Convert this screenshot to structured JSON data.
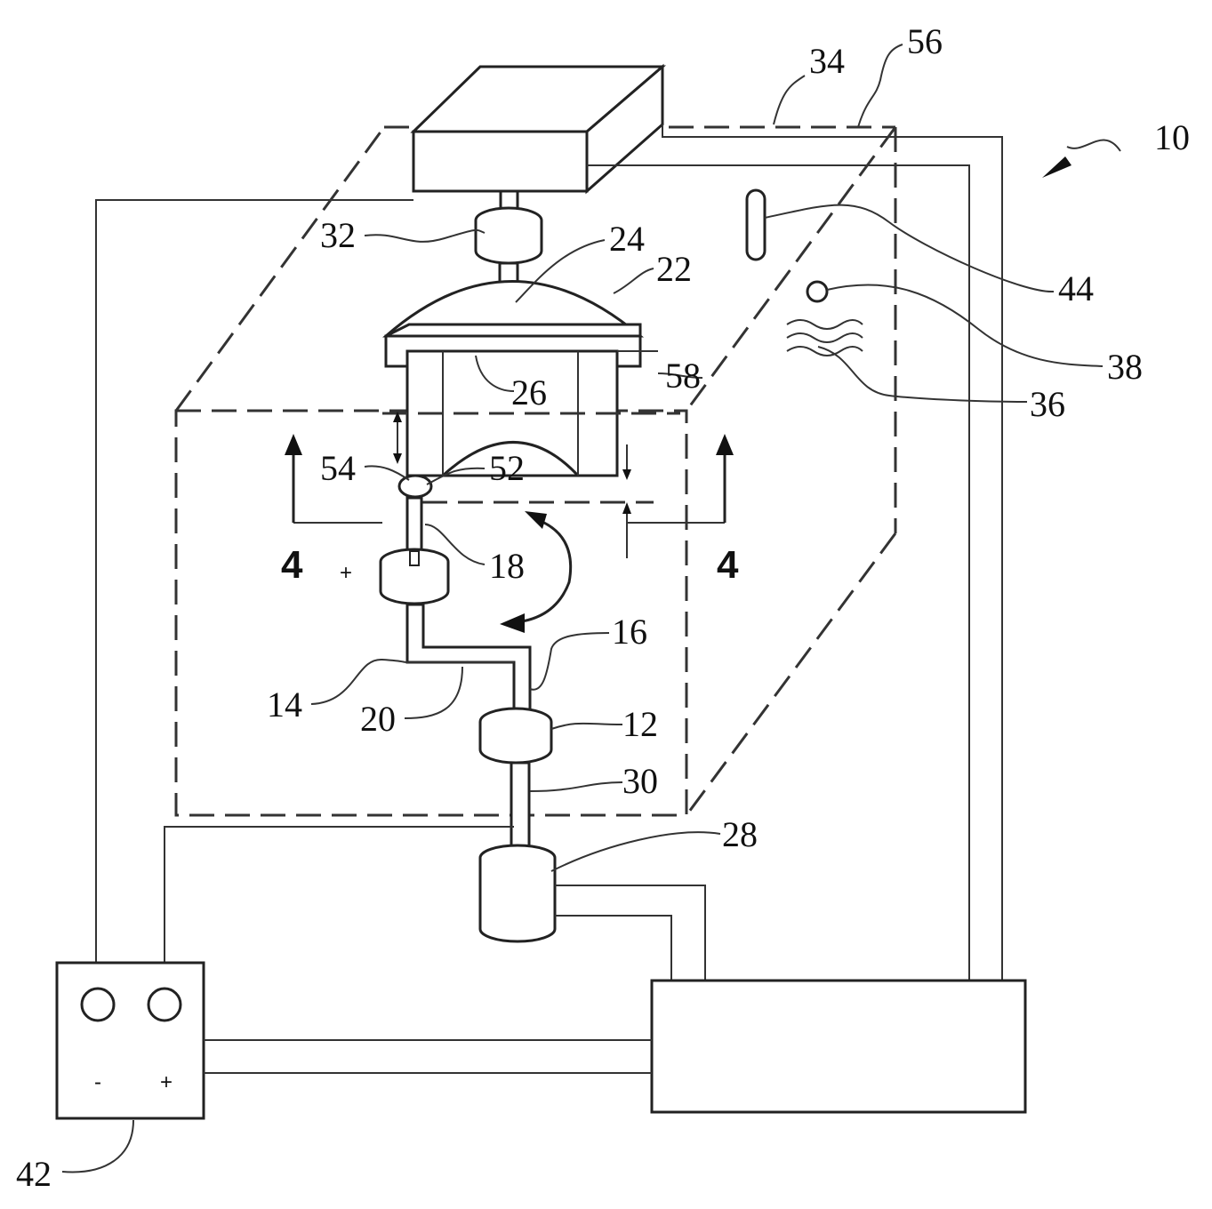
{
  "figure": {
    "reference_numerals": {
      "apparatus": "10",
      "base": "12",
      "arm_vertical": "14",
      "arm_upper": "16",
      "wrist": "18",
      "arm_joint": "20",
      "dome": "22",
      "dome_tip": "24",
      "cutout": "26",
      "motor": "28",
      "shaft": "30",
      "top_actuator": "32",
      "lead_34": "34",
      "sensor_36": "36",
      "sensor_38": "38",
      "power_supply": "42",
      "sensor_44": "44",
      "contact": "52",
      "tip": "54",
      "lead_56": "56",
      "gap": "58"
    },
    "section_labels": {
      "left": "4",
      "right": "4"
    },
    "terminal_signs": {
      "negative": "-",
      "positive": "+"
    },
    "center_mark": "+"
  }
}
